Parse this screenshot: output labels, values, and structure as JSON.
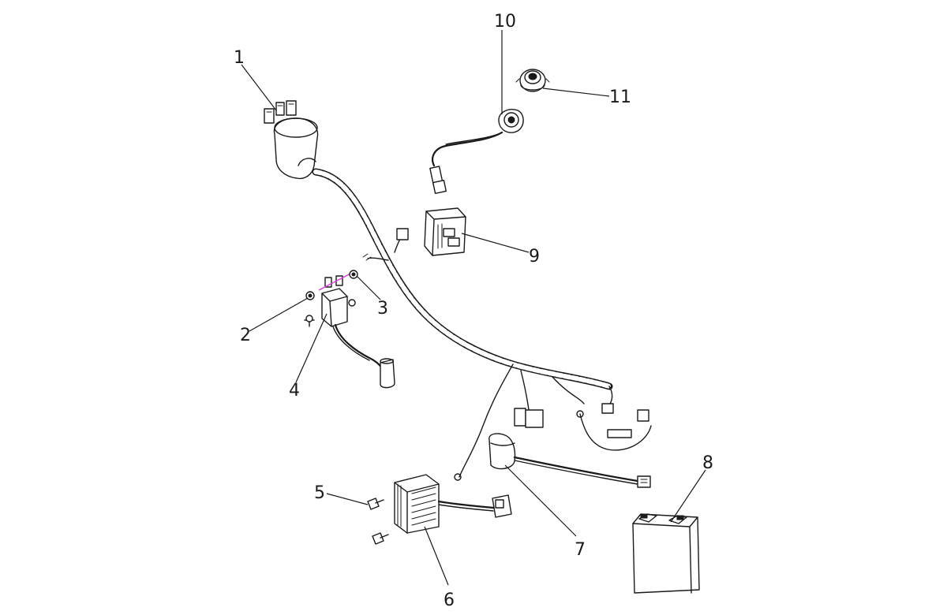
{
  "callouts": {
    "c1": "1",
    "c2": "2",
    "c3": "3",
    "c4": "4",
    "c5": "5",
    "c6": "6",
    "c7": "7",
    "c8": "8",
    "c9": "9",
    "c10": "10",
    "c11": "11"
  },
  "colors": {
    "ink": "#1a1a1a",
    "background": "#ffffff",
    "highlight_wire": "#d23cd2"
  }
}
